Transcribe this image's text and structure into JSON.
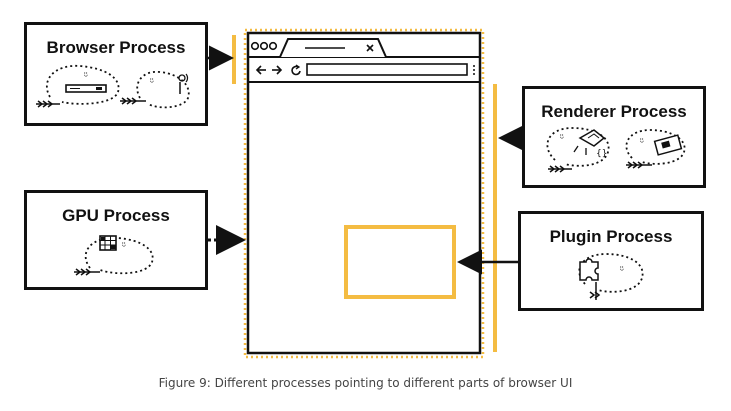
{
  "processes": {
    "browser": {
      "label": "Browser Process"
    },
    "gpu": {
      "label": "GPU Process"
    },
    "renderer": {
      "label": "Renderer Process"
    },
    "plugin": {
      "label": "Plugin Process"
    }
  },
  "caption": "Figure 9: Different processes pointing to different parts of browser UI",
  "colors": {
    "accent": "#F4BC42",
    "ink": "#111111"
  },
  "icons": [
    "back-arrow-icon",
    "forward-arrow-icon",
    "reload-icon",
    "menu-dots-icon",
    "tab-close-icon"
  ]
}
